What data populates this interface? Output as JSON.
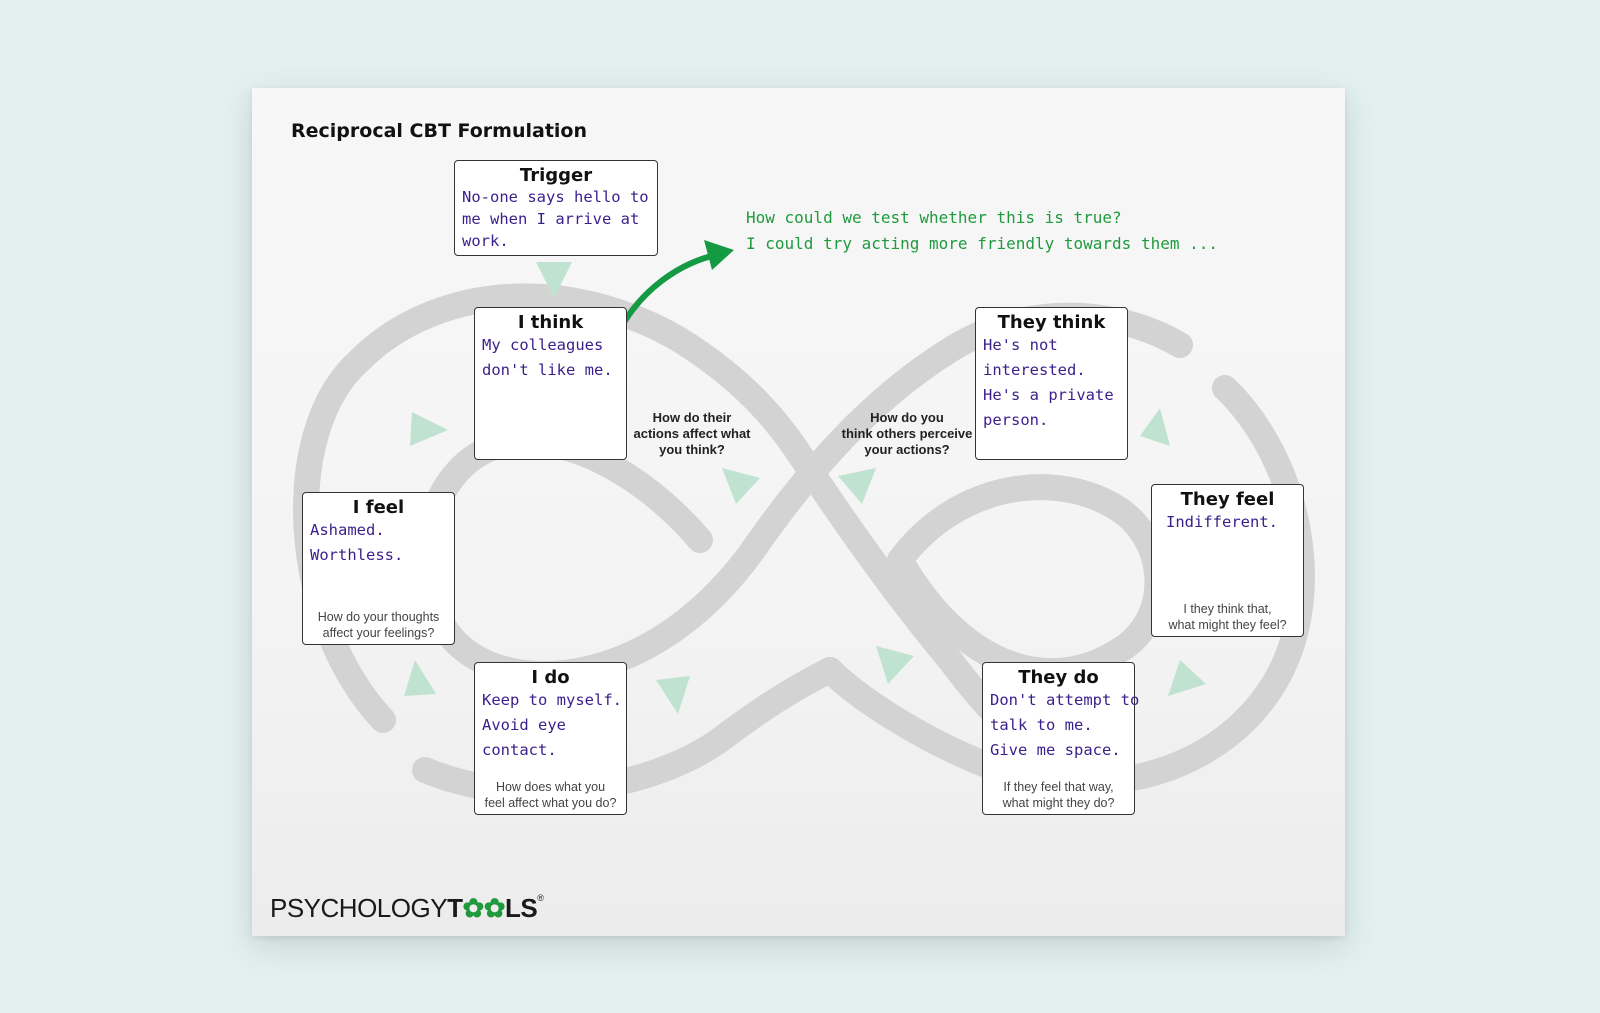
{
  "title": "Reciprocal CBT Formulation",
  "boxes": {
    "trigger": {
      "head": "Trigger",
      "lines": [
        "No-one says hello to",
        "me when I arrive at",
        "work."
      ]
    },
    "i_think": {
      "head": "I think",
      "lines": [
        "My colleagues",
        "don't like me."
      ]
    },
    "i_feel": {
      "head": "I feel",
      "lines": [
        "Ashamed.",
        "Worthless."
      ],
      "prompt": [
        "How do your thoughts",
        "affect your feelings?"
      ]
    },
    "i_do": {
      "head": "I do",
      "lines": [
        "Keep to myself.",
        "Avoid eye",
        "contact."
      ],
      "prompt": [
        "How does what you",
        "feel affect what you do?"
      ]
    },
    "they_think": {
      "head": "They think",
      "lines": [
        "He's not",
        "interested.",
        "He's a private",
        "person."
      ]
    },
    "they_feel": {
      "head": "They feel",
      "lines": [
        "Indifferent."
      ],
      "prompt": [
        "I they think that,",
        "what might they feel?"
      ]
    },
    "they_do": {
      "head": "They do",
      "lines": [
        "Don't attempt to",
        "talk to me.",
        "Give me space."
      ],
      "prompt": [
        "If they feel that way,",
        "what might they do?"
      ]
    }
  },
  "questions": {
    "left": [
      "How do their",
      "actions affect what",
      "you think?"
    ],
    "right": [
      "How do you",
      "think others perceive",
      "your actions?"
    ]
  },
  "note": [
    "How could we test whether this is true?",
    "I could try acting more friendly towards them ..."
  ],
  "logo": {
    "word": "PSYCHOLOGY",
    "t": "T",
    "oo": "✿✿",
    "ls": "LS",
    "mark": "®"
  },
  "colors": {
    "handwriting": "#3a1f8c",
    "note": "#1f9a3e",
    "loop": "#d3d3d3",
    "arrowhead": "#bfe3d0"
  }
}
